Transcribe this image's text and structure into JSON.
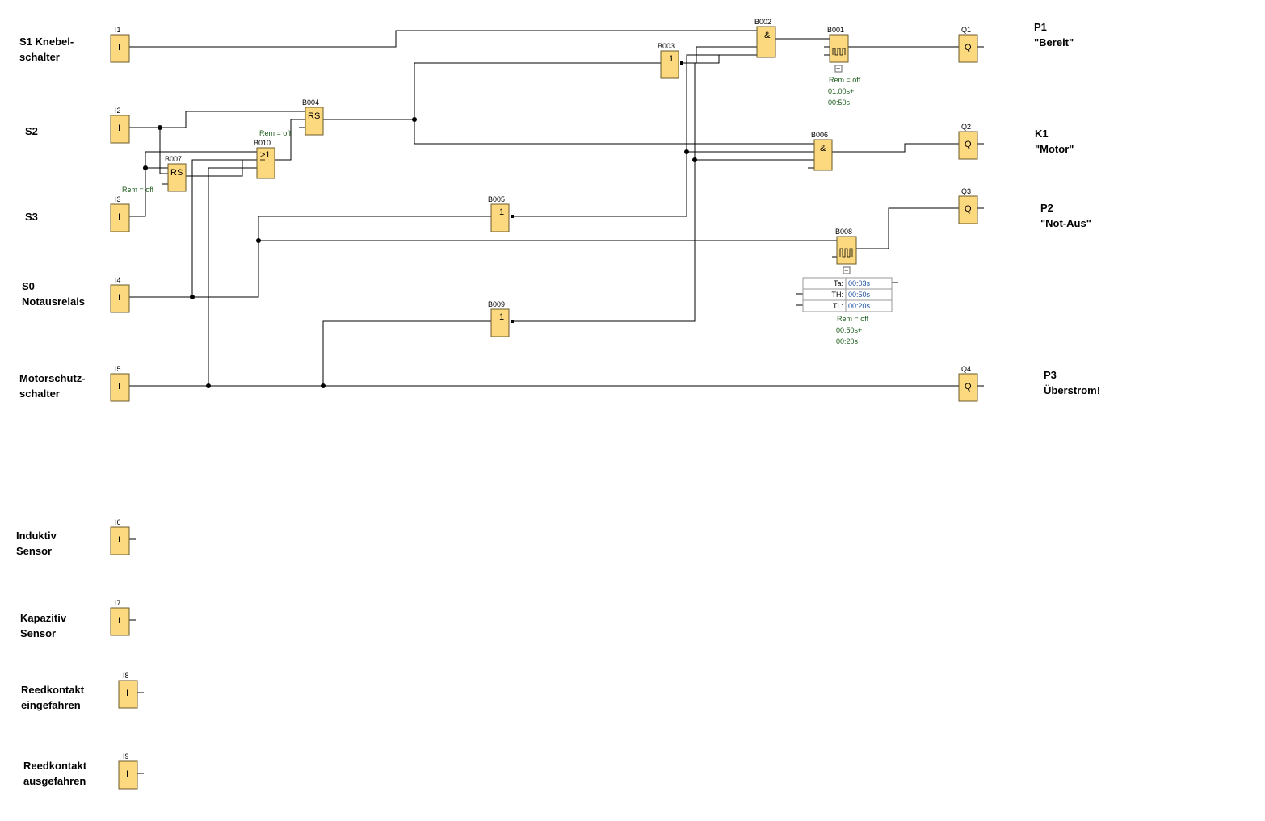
{
  "inputs": [
    {
      "id": "I1",
      "symbol": "I",
      "label": [
        "S1 Knebel-",
        "schalter"
      ]
    },
    {
      "id": "I2",
      "symbol": "I",
      "label": [
        "S2"
      ]
    },
    {
      "id": "I3",
      "symbol": "I",
      "label": [
        "S3"
      ]
    },
    {
      "id": "I4",
      "symbol": "I",
      "label": [
        "S0",
        "Notausrelais"
      ]
    },
    {
      "id": "I5",
      "symbol": "I",
      "label": [
        "Motorschutz-",
        "schalter"
      ]
    },
    {
      "id": "I6",
      "symbol": "I",
      "label": [
        "Induktiv",
        "Sensor"
      ]
    },
    {
      "id": "I7",
      "symbol": "I",
      "label": [
        "Kapazitiv",
        "Sensor"
      ]
    },
    {
      "id": "I8",
      "symbol": "I",
      "label": [
        "Reedkontakt",
        "eingefahren"
      ]
    },
    {
      "id": "I9",
      "symbol": "I",
      "label": [
        "Reedkontakt",
        "ausgefahren"
      ]
    }
  ],
  "outputs": [
    {
      "id": "Q1",
      "symbol": "Q",
      "label": [
        "P1",
        "\"Bereit\""
      ]
    },
    {
      "id": "Q2",
      "symbol": "Q",
      "label": [
        "K1",
        "\"Motor\""
      ]
    },
    {
      "id": "Q3",
      "symbol": "Q",
      "label": [
        "P2",
        "\"Not-Aus\""
      ]
    },
    {
      "id": "Q4",
      "symbol": "Q",
      "label": [
        "P3",
        "Überstrom!"
      ]
    }
  ],
  "blocks": [
    {
      "id": "B001",
      "symbol": "pulse",
      "params": [
        "Rem = off",
        "01:00s+",
        "00:50s"
      ]
    },
    {
      "id": "B002",
      "symbol": "&",
      "params": []
    },
    {
      "id": "B003",
      "symbol": "1",
      "params": []
    },
    {
      "id": "B004",
      "symbol": "RS",
      "params": [
        "Rem = off"
      ]
    },
    {
      "id": "B005",
      "symbol": "1",
      "params": []
    },
    {
      "id": "B006",
      "symbol": "&",
      "params": []
    },
    {
      "id": "B007",
      "symbol": "RS",
      "params": [
        "Rem = off"
      ]
    },
    {
      "id": "B008",
      "symbol": "pulse",
      "params": [
        "Rem = off",
        "00:50s+",
        "00:20s"
      ]
    },
    {
      "id": "B009",
      "symbol": "1",
      "params": []
    },
    {
      "id": "B010",
      "symbol": ">1",
      "params": []
    }
  ],
  "b008_table": [
    {
      "key": "Ta:",
      "value": "00:03s"
    },
    {
      "key": "TH:",
      "value": "00:50s"
    },
    {
      "key": "TL:",
      "value": "00:20s"
    }
  ],
  "expand_buttons": {
    "b001": "+",
    "b008": "−"
  }
}
